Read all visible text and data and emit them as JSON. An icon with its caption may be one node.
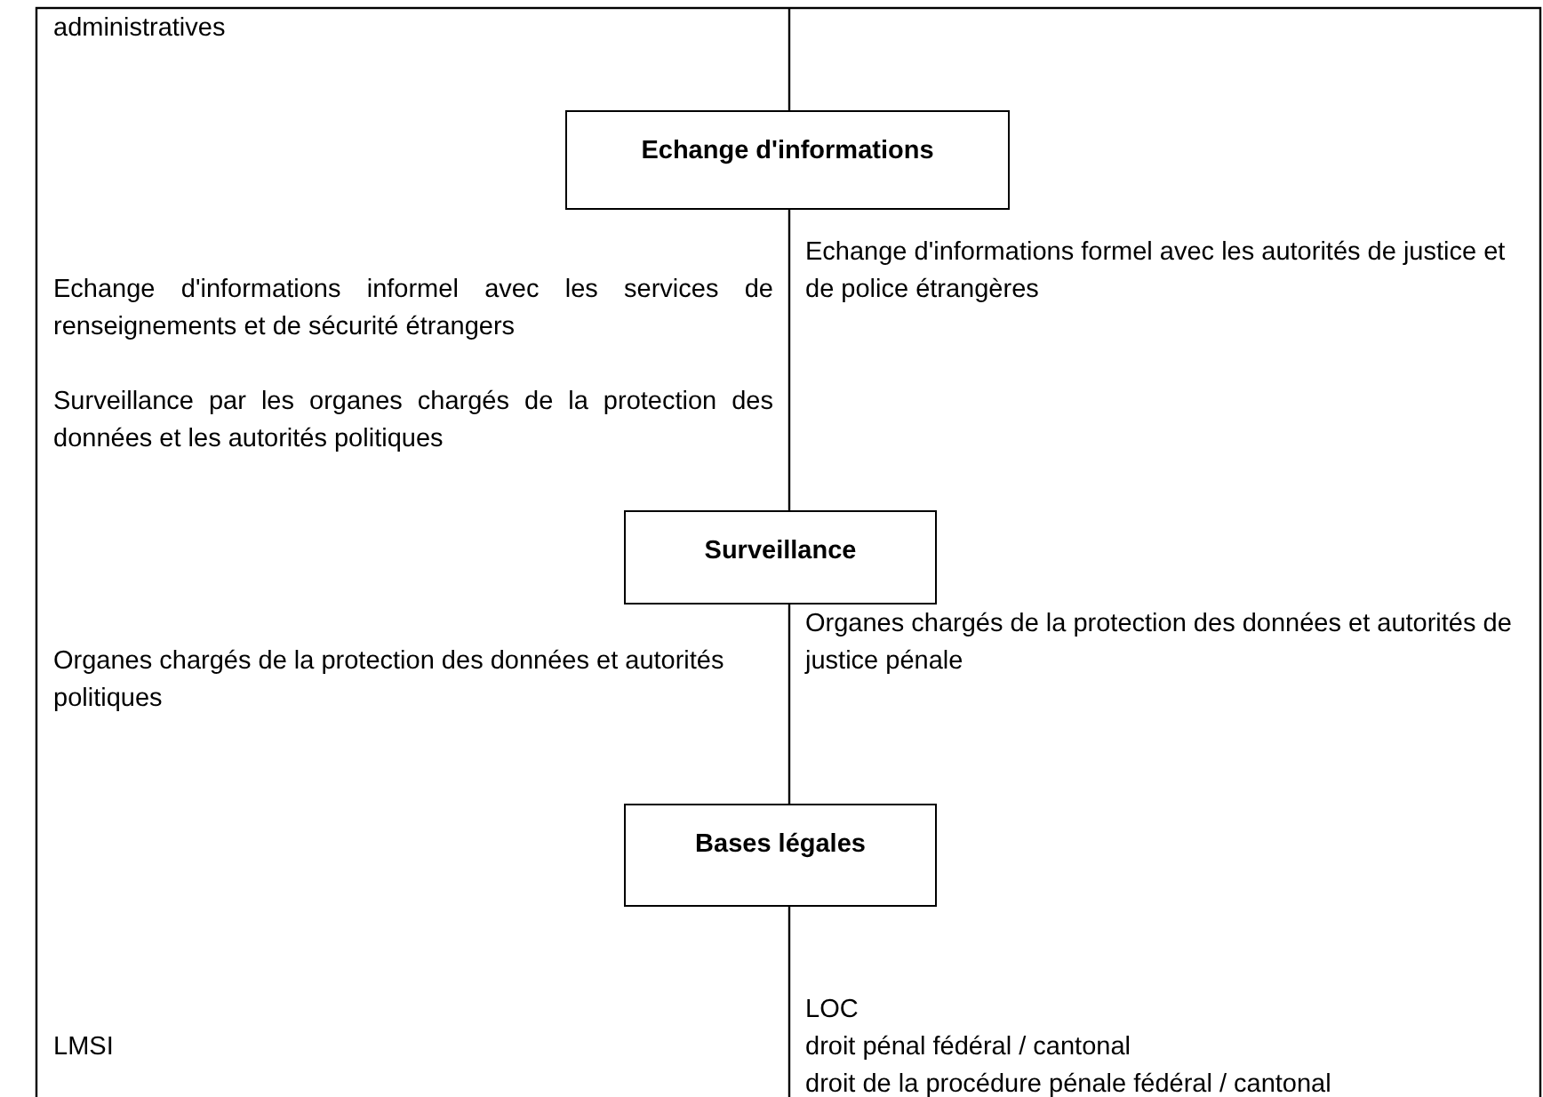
{
  "diagram": {
    "nodes": [
      {
        "text": [
          "Echange d'informations"
        ]
      },
      {
        "text": [
          "Surveillance"
        ]
      },
      {
        "text": [
          "Bases légales"
        ]
      }
    ],
    "labels": [
      "administratives",
      "Echange d'informations formel avec les autorités de justice et de police étrangères",
      "Echange d'informations informel avec les services de renseignements et de sécurité étrangers",
      "Surveillance par les organes chargés de la protection des données et les autorités politiques",
      "Organes chargés de la protection des données et autorités de justice pénale",
      "Organes chargés de la protection des données et autorités politiques",
      "LOC",
      "droit pénal fédéral / cantonal",
      "droit de la procédure pénale fédéral / cantonal",
      "LMSI"
    ]
  }
}
